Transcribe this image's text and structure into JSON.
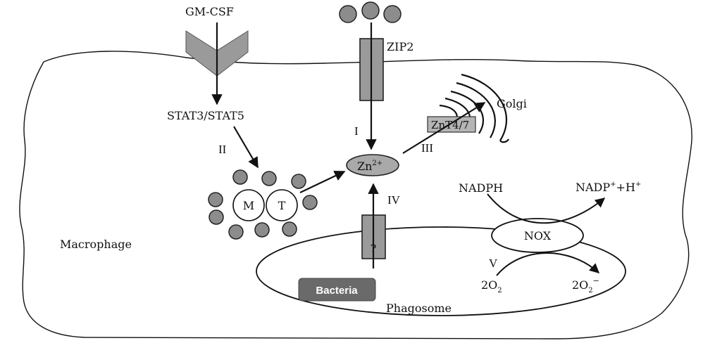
{
  "labels": {
    "gmcsf": "GM-CSF",
    "zip2": "ZIP2",
    "golgi": "Golgi",
    "znt": "ZnT4/7",
    "stat": "STAT3/STAT5",
    "step1": "I",
    "step2": "II",
    "step3": "III",
    "step4": "IV",
    "step5": "V",
    "zn": "Zn",
    "zn_charge": "2+",
    "mt_m": "M",
    "mt_t": "T",
    "nadph": "NADPH",
    "nadp_main": "NADP",
    "nadp_sup1": "+",
    "nadp_mid": "+H",
    "nadp_sup2": "+",
    "nox": "NOX",
    "o2_left_main": "2O",
    "o2_left_sub": "2",
    "o2_right_main": "2O",
    "o2_right_sub": "2",
    "o2_right_sup": "−",
    "question": "?",
    "bacteria": "Bacteria",
    "macrophage": "Macrophage",
    "phagosome": "Phagosome"
  },
  "colors": {
    "line": "#111111",
    "receptor_fill": "#9a9a9a",
    "zinc_dot": "#8c8c8c",
    "zn_ellipse": "#a9a9a9",
    "bacteria_fill": "#6a6a6a",
    "bacteria_text": "#ffffff",
    "znt_fill": "#b5b5b5"
  }
}
